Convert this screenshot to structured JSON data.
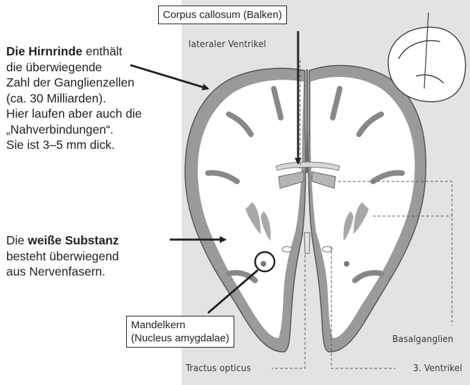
{
  "cortex_text": {
    "bold": "Die Hirnrinde",
    "rest": " enthält",
    "lines": [
      "die überwiegende",
      "Zahl der Ganglienzellen",
      "(ca. 30 Milliarden).",
      "Hier laufen aber auch die",
      "„Nahverbindungen“.",
      "Sie ist 3–5 mm dick."
    ]
  },
  "white_matter_text": {
    "prefix": "Die ",
    "bold": "weiße Substanz",
    "lines": [
      "besteht überwiegend",
      "aus Nervenfasern."
    ]
  },
  "labels": {
    "corpus_callosum": "Corpus callosum (Balken)",
    "lateral_ventricle": "lateraler Ventrikel",
    "amygdala_line1": "Mandelkern",
    "amygdala_line2": "(Nucleus amygdalae)",
    "basal_ganglia": "Basalganglien",
    "optic_tract": "Tractus opticus",
    "third_ventricle": "3. Ventrikel"
  },
  "colors": {
    "panel": "#e3e3e3",
    "cortex": "#9a9a9a",
    "white_matter": "#ffffff",
    "grey_nuclei": "#a8a8a8"
  }
}
